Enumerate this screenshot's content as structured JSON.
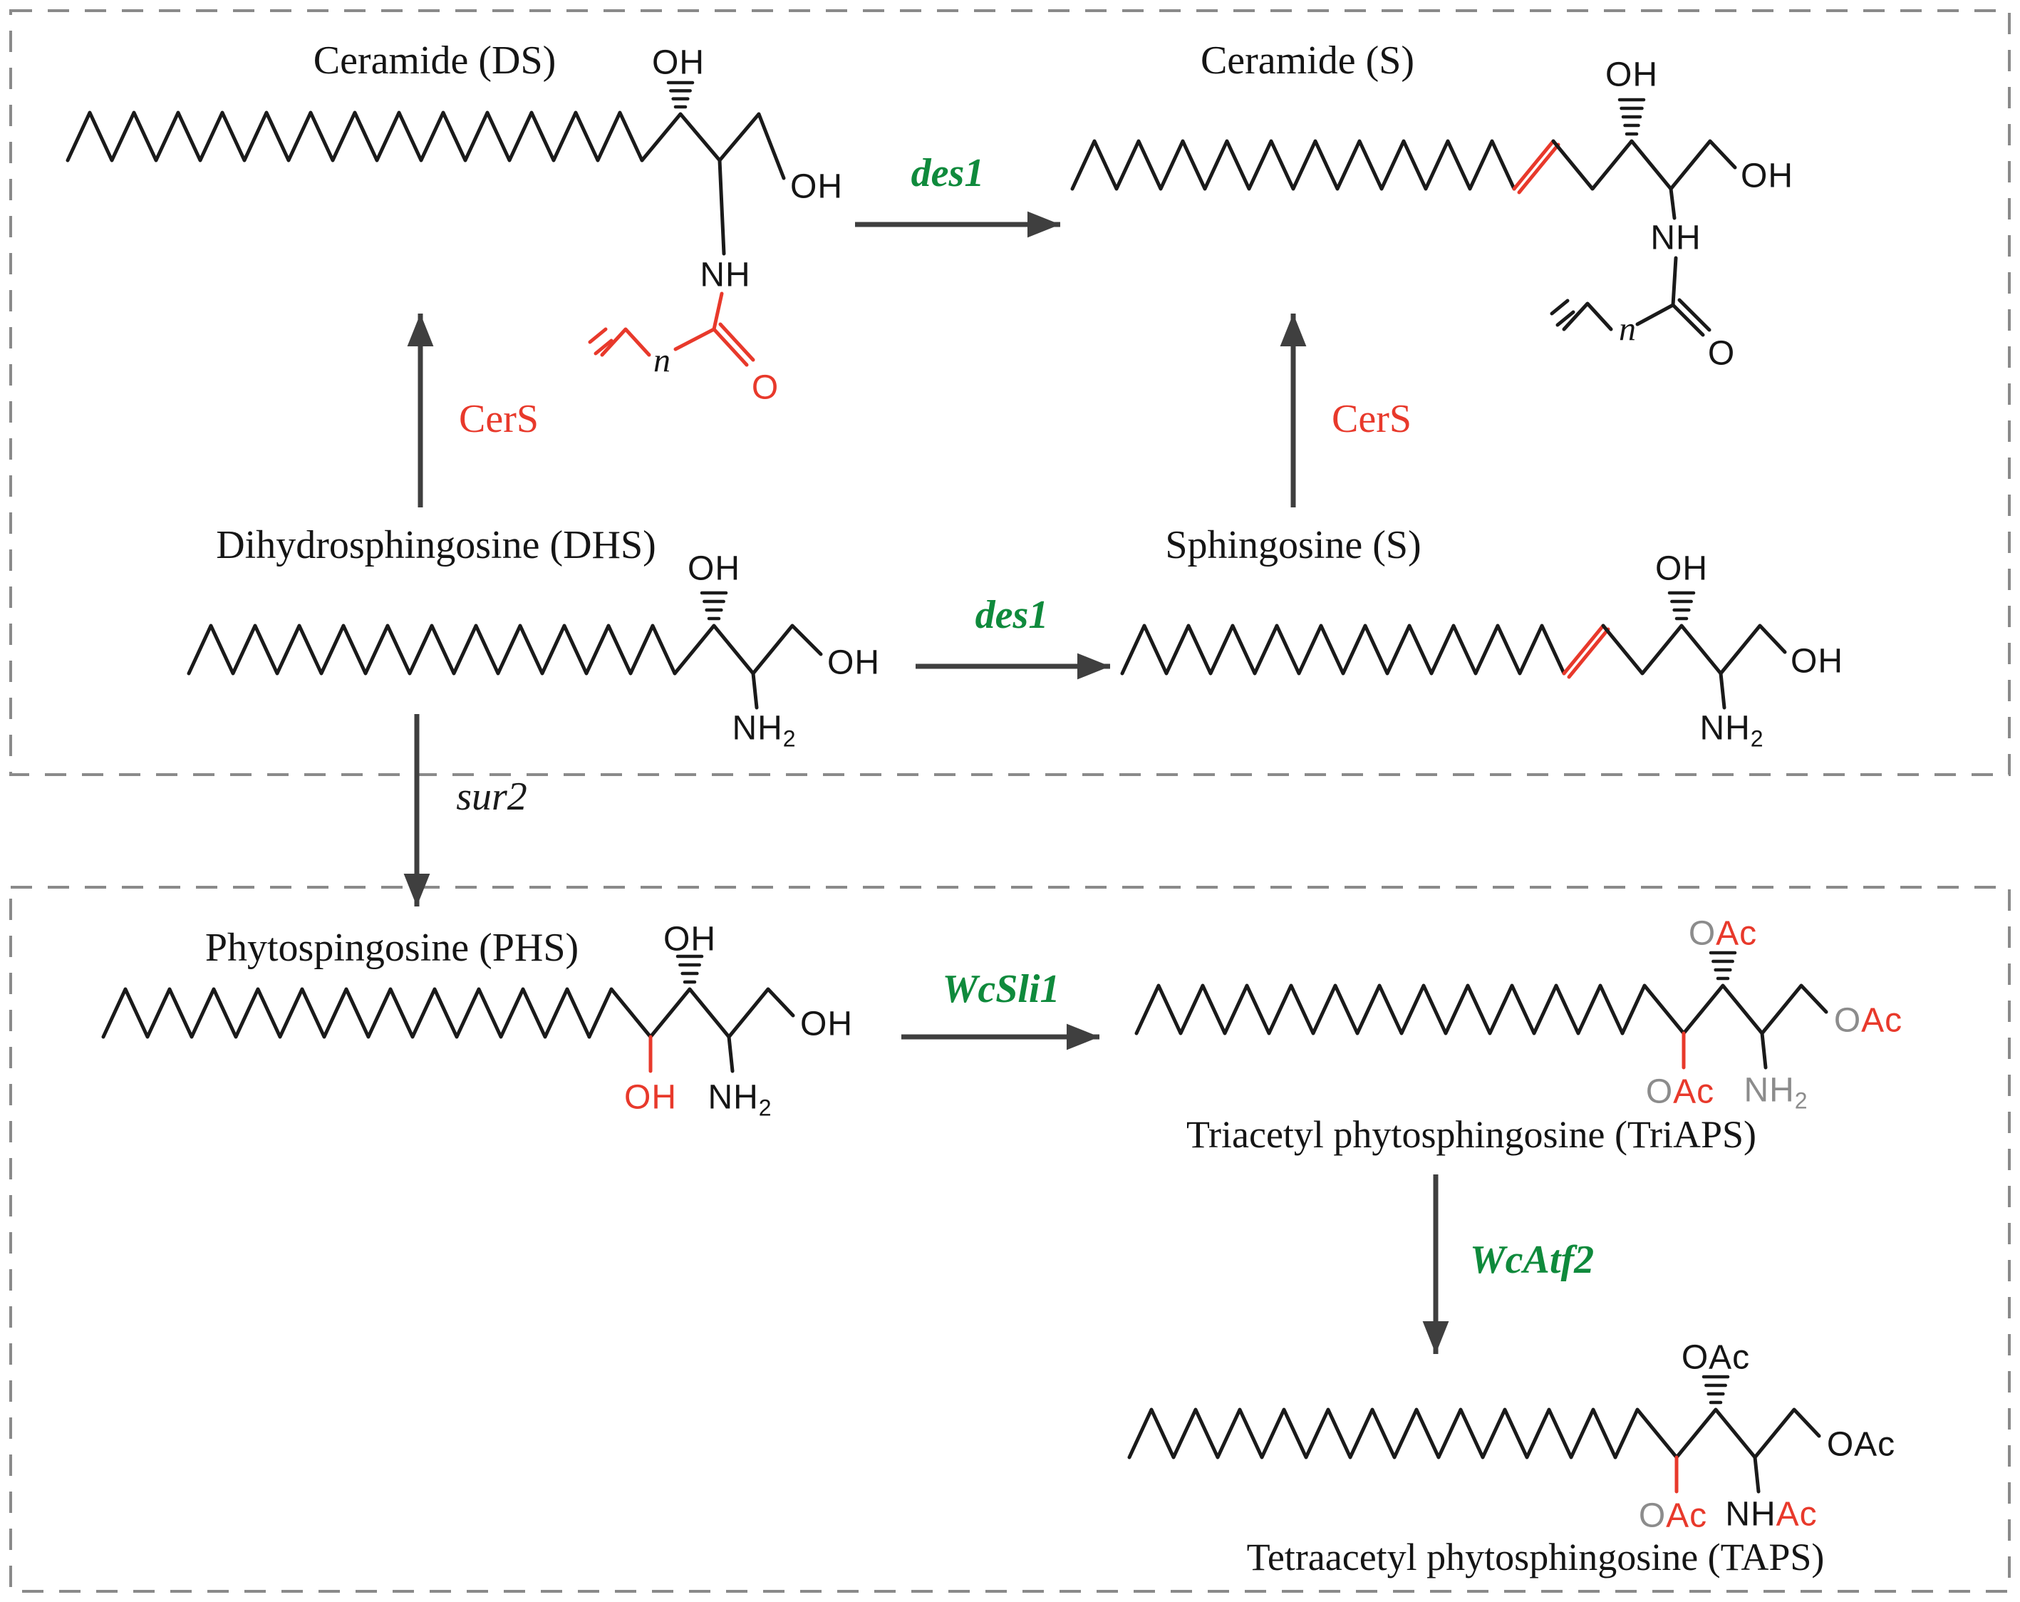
{
  "molecules": {
    "ceramide_ds": {
      "title": "Ceramide (DS)",
      "oh_top": "OH",
      "oh_right": "OH",
      "nh": "NH",
      "n": "n",
      "o": "O"
    },
    "ceramide_s": {
      "title": "Ceramide (S)",
      "oh_top": "OH",
      "oh_right": "OH",
      "nh": "NH",
      "n": "n",
      "o": "O"
    },
    "dhs": {
      "title": "Dihydrosphingosine (DHS)",
      "oh_top": "OH",
      "oh_right": "OH",
      "nh2_base": "NH",
      "nh2_sub": "2"
    },
    "sphingosine": {
      "title": "Sphingosine (S)",
      "oh_top": "OH",
      "oh_right": "OH",
      "nh2_base": "NH",
      "nh2_sub": "2"
    },
    "phs": {
      "title": "Phytospingosine (PHS)",
      "oh_top": "OH",
      "oh_right": "OH",
      "oh_c4_red": "OH",
      "nh2_base": "NH",
      "nh2_sub": "2"
    },
    "triaps": {
      "title": "Triacetyl phytosphingosine (TriAPS)",
      "oac_top_o": "O",
      "oac_top_ac": "Ac",
      "oac_right_o": "O",
      "oac_right_ac": "Ac",
      "oac_bottom_o": "O",
      "oac_bottom_ac": "Ac",
      "nh2_base": "NH",
      "nh2_sub": "2"
    },
    "taps": {
      "title": "Tetraacetyl phytosphingosine (TAPS)",
      "oac_top": "OAc",
      "oac_right": "OAc",
      "oac_bottom_o": "O",
      "oac_bottom_ac": "Ac",
      "nhac_nh": "NH",
      "nhac_ac": "Ac"
    }
  },
  "enzymes": {
    "des1_top": "des1",
    "des1_mid": "des1",
    "cers_left": "CerS",
    "cers_right": "CerS",
    "sur2": "sur2",
    "wcsli1": "WcSli1",
    "wcatf2": "WcAtf2"
  },
  "colors": {
    "highlight_red": "#e8392b",
    "enzyme_green": "#0f8a3c",
    "arrow_gray": "#3f3f3f",
    "dash_border": "#8a8a8a"
  }
}
